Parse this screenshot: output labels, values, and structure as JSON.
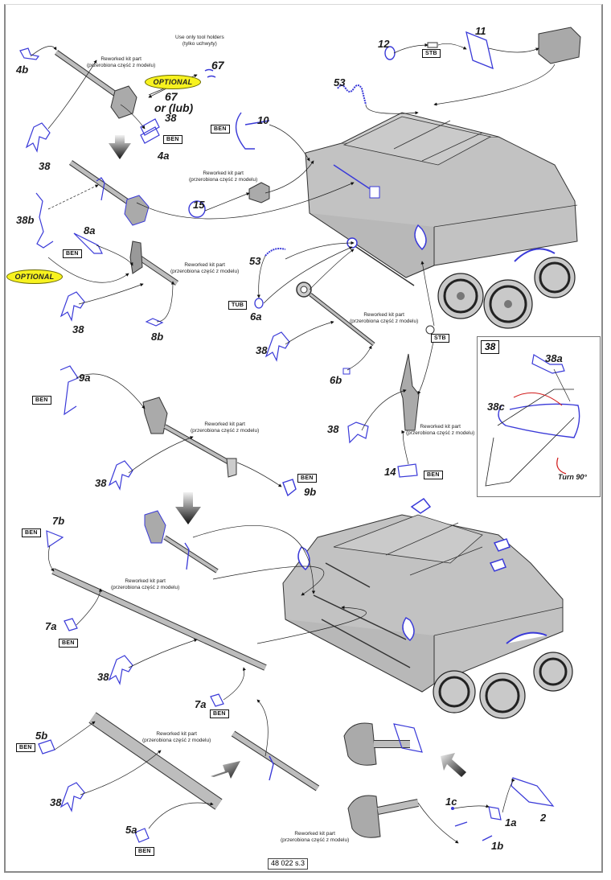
{
  "sheet": {
    "page_code": "48 022 s.3",
    "colors": {
      "etched_part": "#3a3ad8",
      "kit_part_fill": "#bdbdbd",
      "kit_part_stroke": "#333333",
      "optional_badge": "#f7f21f",
      "rotation_arrow": "#d11a1a"
    }
  },
  "notes": {
    "reworked_en": "Reworked kit part",
    "reworked_pl": "(przerobiona część z modelu)",
    "tool_holders_en": "Use only tool holders",
    "tool_holders_pl": "(tylko uchwyty)"
  },
  "badges": {
    "optional": "OPTIONAL"
  },
  "tags": {
    "ben": "BEN",
    "stb": "STB",
    "tub": "TUB"
  },
  "labels": {
    "p4b": "4b",
    "p67_top": "67",
    "p67_choice": "67",
    "or_lub": "or (lub)",
    "p38_choice": "38",
    "p4a": "4a",
    "p38_a": "38",
    "p10": "10",
    "p12": "12",
    "p11": "11",
    "p53_top": "53",
    "p15": "15",
    "p38b": "38b",
    "p8a": "8a",
    "p38_b": "38",
    "p8b": "8b",
    "p53_mid": "53",
    "p6a": "6a",
    "p38_c": "38",
    "p6b": "6b",
    "p9a": "9a",
    "p38_d": "38",
    "p9b": "9b",
    "p38_e": "38",
    "p14": "14",
    "p7b": "7b",
    "p7a_1": "7a",
    "p38_f": "38",
    "p7a_2": "7a",
    "p5b": "5b",
    "p38_g": "38",
    "p5a": "5a",
    "p1c": "1c",
    "p1a": "1a",
    "p1b": "1b",
    "p2": "2"
  },
  "detail": {
    "number": "38",
    "part_a": "38a",
    "part_c": "38c",
    "turn_note": "Turn 90°"
  }
}
